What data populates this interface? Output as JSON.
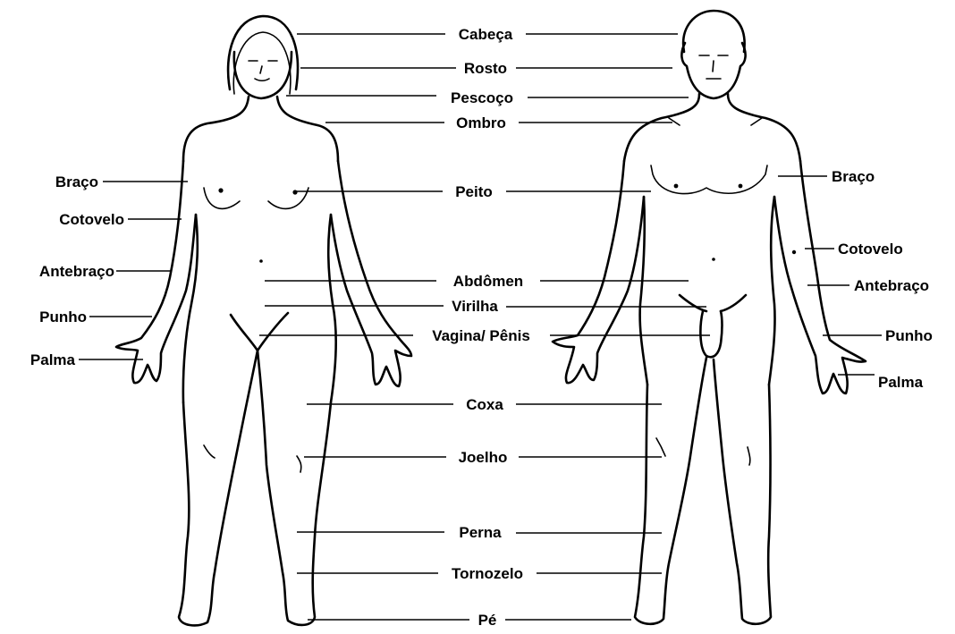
{
  "labels": {
    "center": {
      "head": "Cabeça",
      "face": "Rosto",
      "neck": "Pescoço",
      "shoulder": "Ombro",
      "chest": "Peito",
      "abdomen": "Abdômen",
      "groin": "Virilha",
      "genitals": "Vagina/ Pênis",
      "thigh": "Coxa",
      "knee": "Joelho",
      "leg": "Perna",
      "ankle": "Tornozelo",
      "foot": "Pé"
    },
    "left": {
      "arm": "Braço",
      "elbow": "Cotovelo",
      "forearm": "Antebraço",
      "wrist": "Punho",
      "palm": "Palma"
    },
    "right": {
      "arm": "Braço",
      "elbow": "Cotovelo",
      "forearm": "Antebraço",
      "wrist": "Punho",
      "palm": "Palma"
    }
  }
}
